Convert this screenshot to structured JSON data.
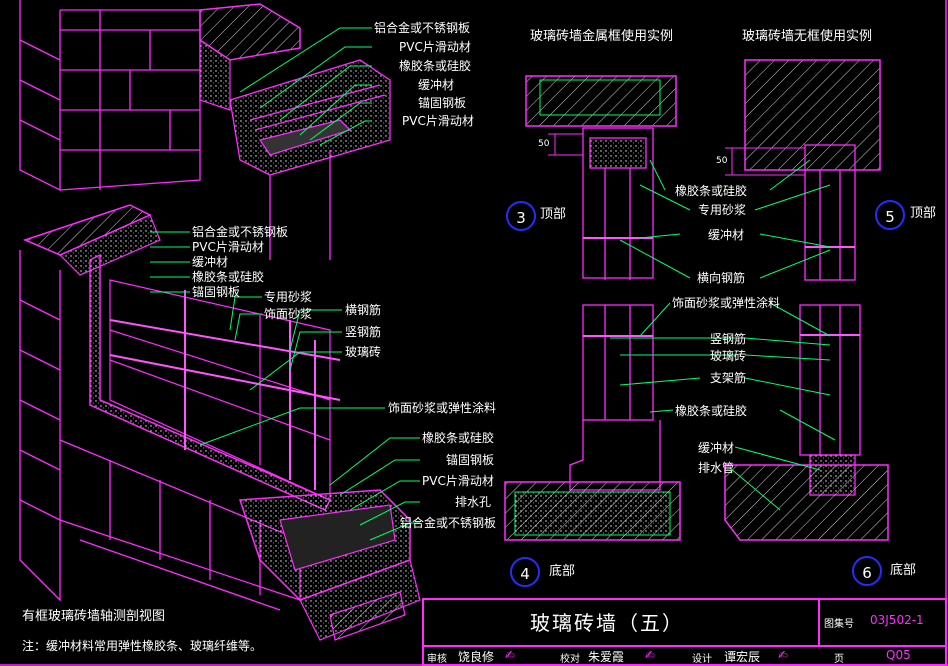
{
  "iso_title": "有框玻璃砖墙轴测剖视图",
  "note": "注：缓冲材料常用弹性橡胶条、玻璃纤维等。",
  "section_titles": {
    "metal_frame": "玻璃砖墙金属框使用实例",
    "frameless": "玻璃砖墙无框使用实例"
  },
  "iso_top_labels": [
    "铝合金或不锈钢板",
    "PVC片滑动材",
    "橡胶条或硅胶",
    "缓冲材",
    "锚固钢板",
    "PVC片滑动材"
  ],
  "iso_mid_labels": [
    "铝合金或不锈钢板",
    "PVC片滑动材",
    "缓冲材",
    "橡胶条或硅胶",
    "锚固钢板"
  ],
  "iso_center_labels": [
    "专用砂浆",
    "饰面砂浆",
    "横钢筋",
    "竖钢筋",
    "玻璃砖"
  ],
  "iso_low_labels": [
    "饰面砂浆或弹性涂料",
    "橡胶条或硅胶",
    "锚固钢板",
    "PVC片滑动材",
    "排水孔",
    "铝合金或不锈钢板"
  ],
  "section_labels_top": [
    "橡胶条或硅胶",
    "专用砂浆",
    "缓冲材",
    "横向钢筋"
  ],
  "section_labels_mid": [
    "饰面砂浆或弹性涂料",
    "竖钢筋",
    "玻璃砖",
    "支架筋",
    "橡胶条或硅胶",
    "缓冲材",
    "排水管"
  ],
  "details": [
    {
      "num": "3",
      "label": "顶部"
    },
    {
      "num": "5",
      "label": "顶部"
    },
    {
      "num": "4",
      "label": "底部"
    },
    {
      "num": "6",
      "label": "底部"
    }
  ],
  "dims": [
    "50",
    "50"
  ],
  "title_block": {
    "title": "玻璃砖墙（五）",
    "atlas_label": "图集号",
    "atlas_no": "03J502-1",
    "audit": "审核",
    "auditor": "饶良修",
    "check": "校对",
    "checker": "朱爱霞",
    "design": "设计",
    "designer": "谭宏辰",
    "page_label": "页",
    "page_no": "Q05"
  },
  "colors": {
    "background": "#000000",
    "frame": "#ff2bff",
    "leader": "#00ff66",
    "rebar": "#ff55ff",
    "hatch": "#dddddd",
    "circle": "#2a2aff"
  }
}
